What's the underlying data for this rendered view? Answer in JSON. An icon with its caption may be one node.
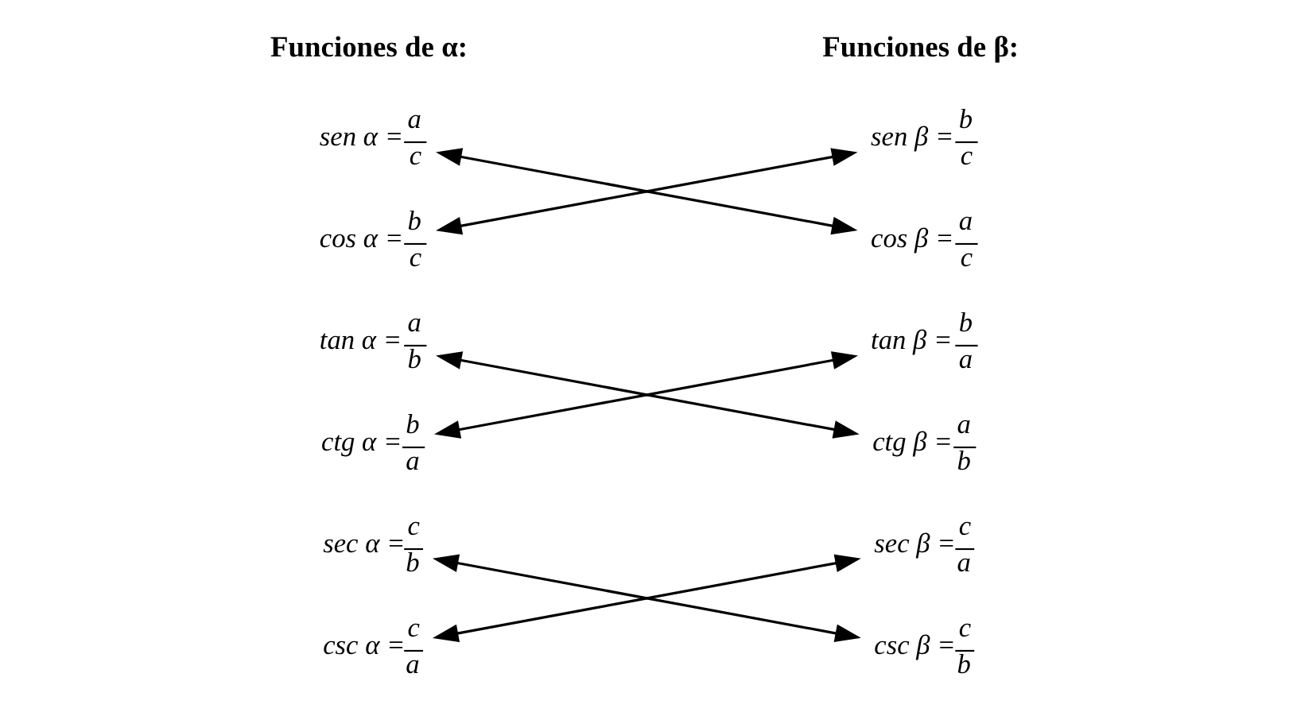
{
  "diagram": {
    "nodes": [
      {
        "text": [
          "sen α =",
          "a",
          "c"
        ]
      },
      {
        "text": [
          "cos α =",
          "b",
          "c"
        ]
      },
      {
        "text": [
          "tan α =",
          "a",
          "b"
        ]
      },
      {
        "text": [
          "ctg α =",
          "b",
          "a"
        ]
      },
      {
        "text": [
          "sec α =",
          "c",
          "b"
        ]
      },
      {
        "text": [
          "csc α =",
          "c",
          "a"
        ]
      },
      {
        "text": [
          "sen β =",
          "b",
          "c"
        ]
      },
      {
        "text": [
          "cos β =",
          "a",
          "c"
        ]
      },
      {
        "text": [
          "tan β =",
          "b",
          "a"
        ]
      },
      {
        "text": [
          "ctg β =",
          "a",
          "b"
        ]
      },
      {
        "text": [
          "sec β =",
          "c",
          "a"
        ]
      },
      {
        "text": [
          "csc β =",
          "c",
          "b"
        ]
      }
    ],
    "edges": [
      {
        "from": 0,
        "to": 7,
        "arrow": "both"
      },
      {
        "from": 1,
        "to": 6,
        "arrow": "both"
      },
      {
        "from": 2,
        "to": 9,
        "arrow": "both"
      },
      {
        "from": 3,
        "to": 8,
        "arrow": "both"
      },
      {
        "from": 4,
        "to": 11,
        "arrow": "both"
      },
      {
        "from": 5,
        "to": 10,
        "arrow": "both"
      }
    ],
    "labels": [
      "Funciones de α:",
      "Funciones de β:"
    ]
  }
}
